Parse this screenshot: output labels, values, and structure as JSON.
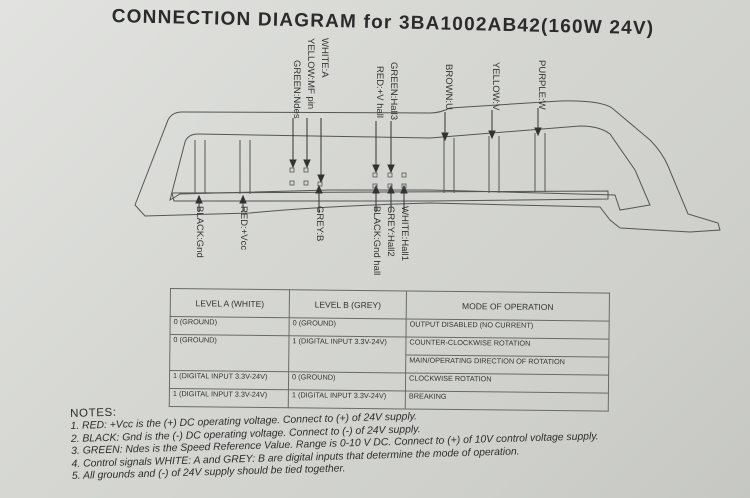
{
  "title": "CONNECTION DIAGRAM for 3BA1002AB42(160W 24V)",
  "top_labels": [
    "WHITE:A",
    "YELLOW:MF pin",
    "GREEN:Ndes",
    "GREEN:Hall3",
    "RED:+V hall",
    "BROWN:U",
    "YELLOW:V",
    "PURPLE:W"
  ],
  "bottom_labels": [
    "BLACK:Gnd",
    "RED:+Vcc",
    "GREY:B",
    "BLACK:Gnd hall",
    "GREY:Hall2",
    "WHITE:Hall1"
  ],
  "table": {
    "headers": [
      "LEVEL A (WHITE)",
      "LEVEL B (GREY)",
      "MODE OF OPERATION"
    ],
    "rows": [
      [
        "0 (GROUND)",
        "0 (GROUND)",
        "OUTPUT DISABLED (NO CURRENT)"
      ],
      [
        "0 (GROUND)",
        "1 (DIGITAL INPUT 3.3V-24V)",
        "COUNTER-CLOCKWISE ROTATION"
      ],
      [
        "",
        "",
        "MAIN/OPERATING DIRECTION OF ROTATION"
      ],
      [
        "1 (DIGITAL INPUT 3.3V-24V)",
        "0 (GROUND)",
        "CLOCKWISE ROTATION"
      ],
      [
        "1 (DIGITAL INPUT 3.3V-24V)",
        "1 (DIGITAL INPUT 3.3V-24V)",
        "BREAKING"
      ]
    ]
  },
  "notes": {
    "heading": "NOTES:",
    "items": [
      "1.  RED: +Vcc is the (+) DC operating voltage.  Connect to (+) of 24V supply.",
      "2.  BLACK: Gnd is the (-) DC operating voltage.  Connect to (-) of 24V supply.",
      "3.  GREEN: Ndes is the Speed Reference Value.  Range is 0-10 V DC.  Connect to (+) of 10V control voltage supply.",
      "4.  Control signals WHITE: A and GREY: B  are digital inputs that determine the mode of operation.",
      "5.  All grounds and (-) of 24V supply should be tied together."
    ]
  }
}
